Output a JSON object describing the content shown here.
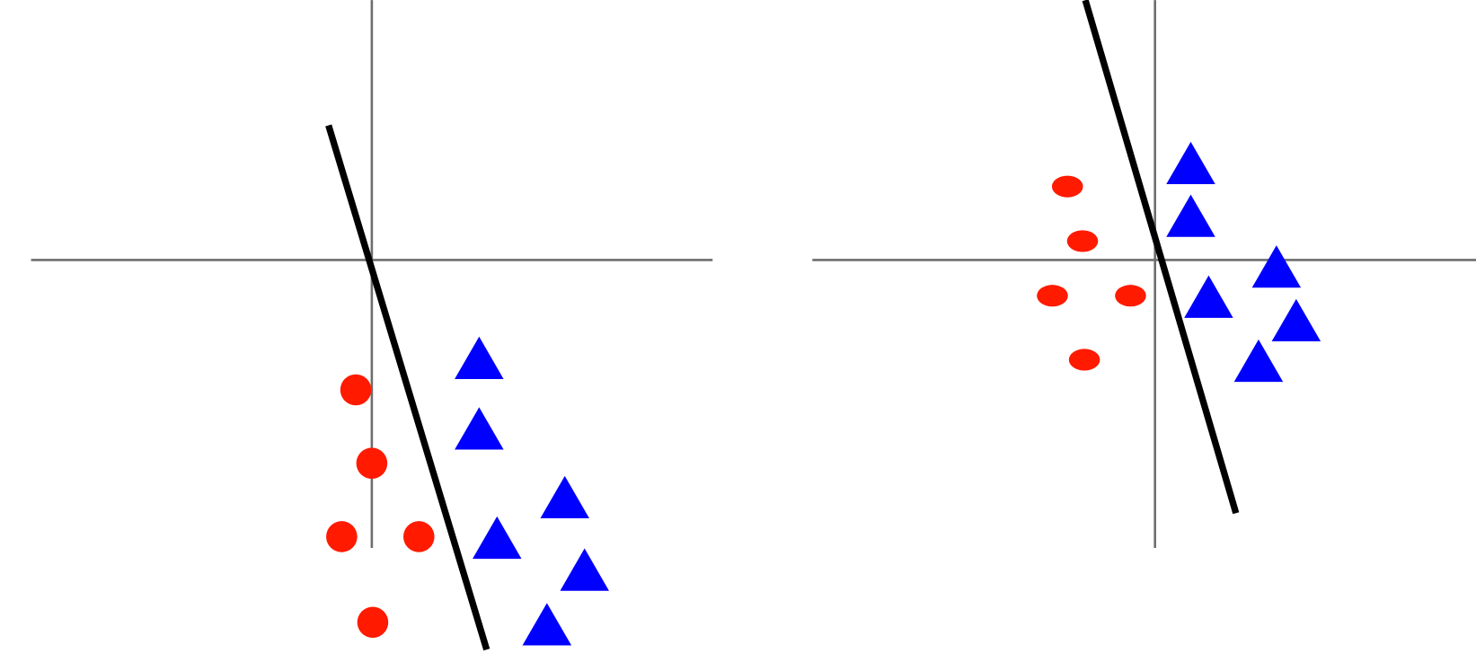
{
  "colors": {
    "class_a": "#ff1a00",
    "class_b": "#0000ff",
    "axis": "#6e6e6e",
    "boundary": "#000000"
  },
  "chart_data": [
    {
      "type": "scatter",
      "grid": false,
      "xlim": [
        -3.62,
        3.62
      ],
      "ylim": [
        -4.27,
        2.76
      ],
      "series": [
        {
          "marker": "circle",
          "color": "#ff1a00",
          "points": [
            [
              -0.17,
              -1.38
            ],
            [
              0,
              -2.16
            ],
            [
              -0.32,
              -2.94
            ],
            [
              0.5,
              -2.94
            ],
            [
              0.01,
              -3.85
            ]
          ]
        },
        {
          "marker": "triangle",
          "color": "#0000ff",
          "points": [
            [
              1.14,
              -1.04
            ],
            [
              1.14,
              -1.79
            ],
            [
              2.05,
              -2.52
            ],
            [
              1.33,
              -2.95
            ],
            [
              2.26,
              -3.29
            ],
            [
              1.86,
              -3.87
            ]
          ]
        }
      ],
      "boundary_line": [
        [
          -0.46,
          1.43
        ],
        [
          1.22,
          -4.14
        ]
      ]
    },
    {
      "type": "scatter",
      "grid": false,
      "xlim": [
        -3.64,
        3.41
      ],
      "ylim": [
        -4.27,
        2.76
      ],
      "series": [
        {
          "marker": "ellipse",
          "color": "#ff1a00",
          "points": [
            [
              -0.93,
              0.78
            ],
            [
              -0.77,
              0.2
            ],
            [
              -1.09,
              -0.38
            ],
            [
              -0.26,
              -0.38
            ],
            [
              -0.75,
              -1.06
            ]
          ]
        },
        {
          "marker": "triangle",
          "color": "#0000ff",
          "points": [
            [
              0.38,
              1.03
            ],
            [
              0.38,
              0.47
            ],
            [
              1.29,
              -0.07
            ],
            [
              0.57,
              -0.39
            ],
            [
              1.5,
              -0.64
            ],
            [
              1.1,
              -1.07
            ]
          ]
        }
      ],
      "boundary_line": [
        [
          -0.74,
          2.76
        ],
        [
          0.86,
          -2.69
        ]
      ]
    }
  ]
}
